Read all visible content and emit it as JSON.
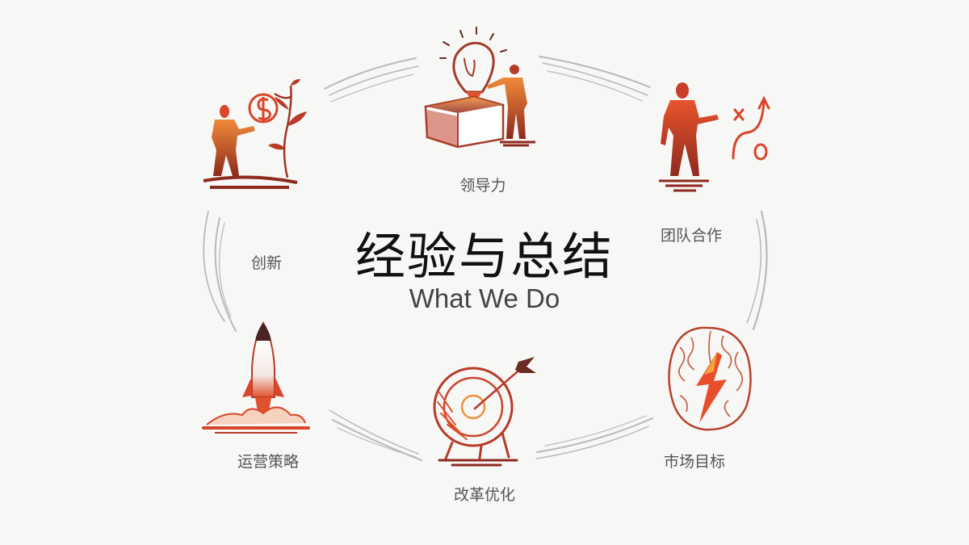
{
  "title": "经验与总结",
  "subtitle": "What We Do",
  "colors": {
    "background": "#f7f7f6",
    "accent_dark": "#8e2a1e",
    "accent": "#d9452a",
    "accent_light": "#f08a3a",
    "arc": "#b9b9bb",
    "label_text": "#555555"
  },
  "items": [
    {
      "label": "领导力",
      "icon": "lightbulb-box-person-icon"
    },
    {
      "label": "团队合作",
      "icon": "strategy-person-icon"
    },
    {
      "label": "市场目标",
      "icon": "brain-lightning-icon"
    },
    {
      "label": "改革优化",
      "icon": "target-arrow-icon"
    },
    {
      "label": "运营策略",
      "icon": "rocket-launch-icon"
    },
    {
      "label": "创新",
      "icon": "money-plant-person-icon"
    }
  ]
}
